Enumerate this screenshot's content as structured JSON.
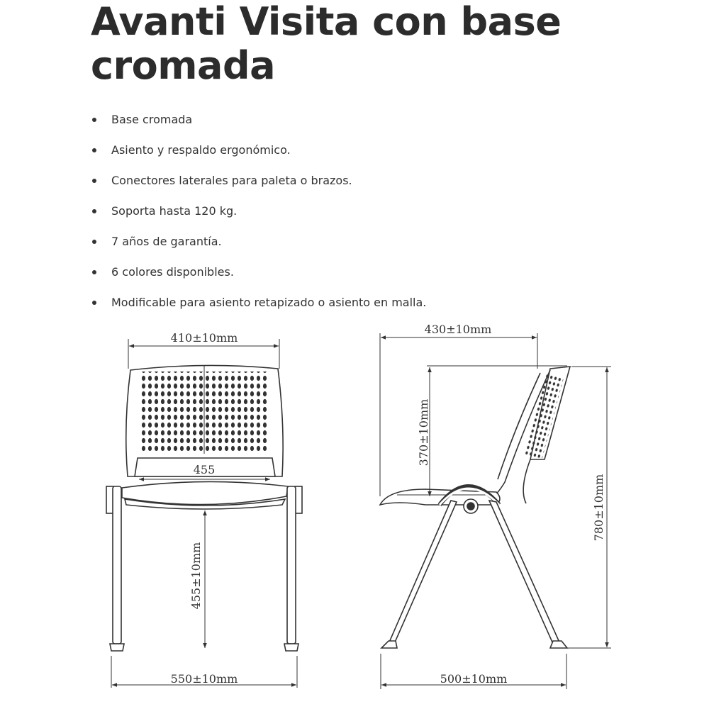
{
  "title": "Avanti Visita con base cromada",
  "features": [
    "Base cromada",
    "Asiento y respaldo ergonómico.",
    "Conectores laterales para paleta o brazos.",
    "Soporta hasta 120 kg.",
    "7 años de garantía.",
    "6 colores disponibles.",
    "Modificable para asiento retapizado o asiento en malla."
  ],
  "dimensions": {
    "front_width_top": "410±10mm",
    "front_backrest_label": "455",
    "front_seat_height": "455±10mm",
    "front_width_bottom": "550±10mm",
    "side_depth_top": "430±10mm",
    "side_backrest_height": "370±10mm",
    "side_total_height": "780±10mm",
    "side_depth_bottom": "500±10mm"
  },
  "colors": {
    "text": "#2c2c2c",
    "line": "#333333"
  }
}
